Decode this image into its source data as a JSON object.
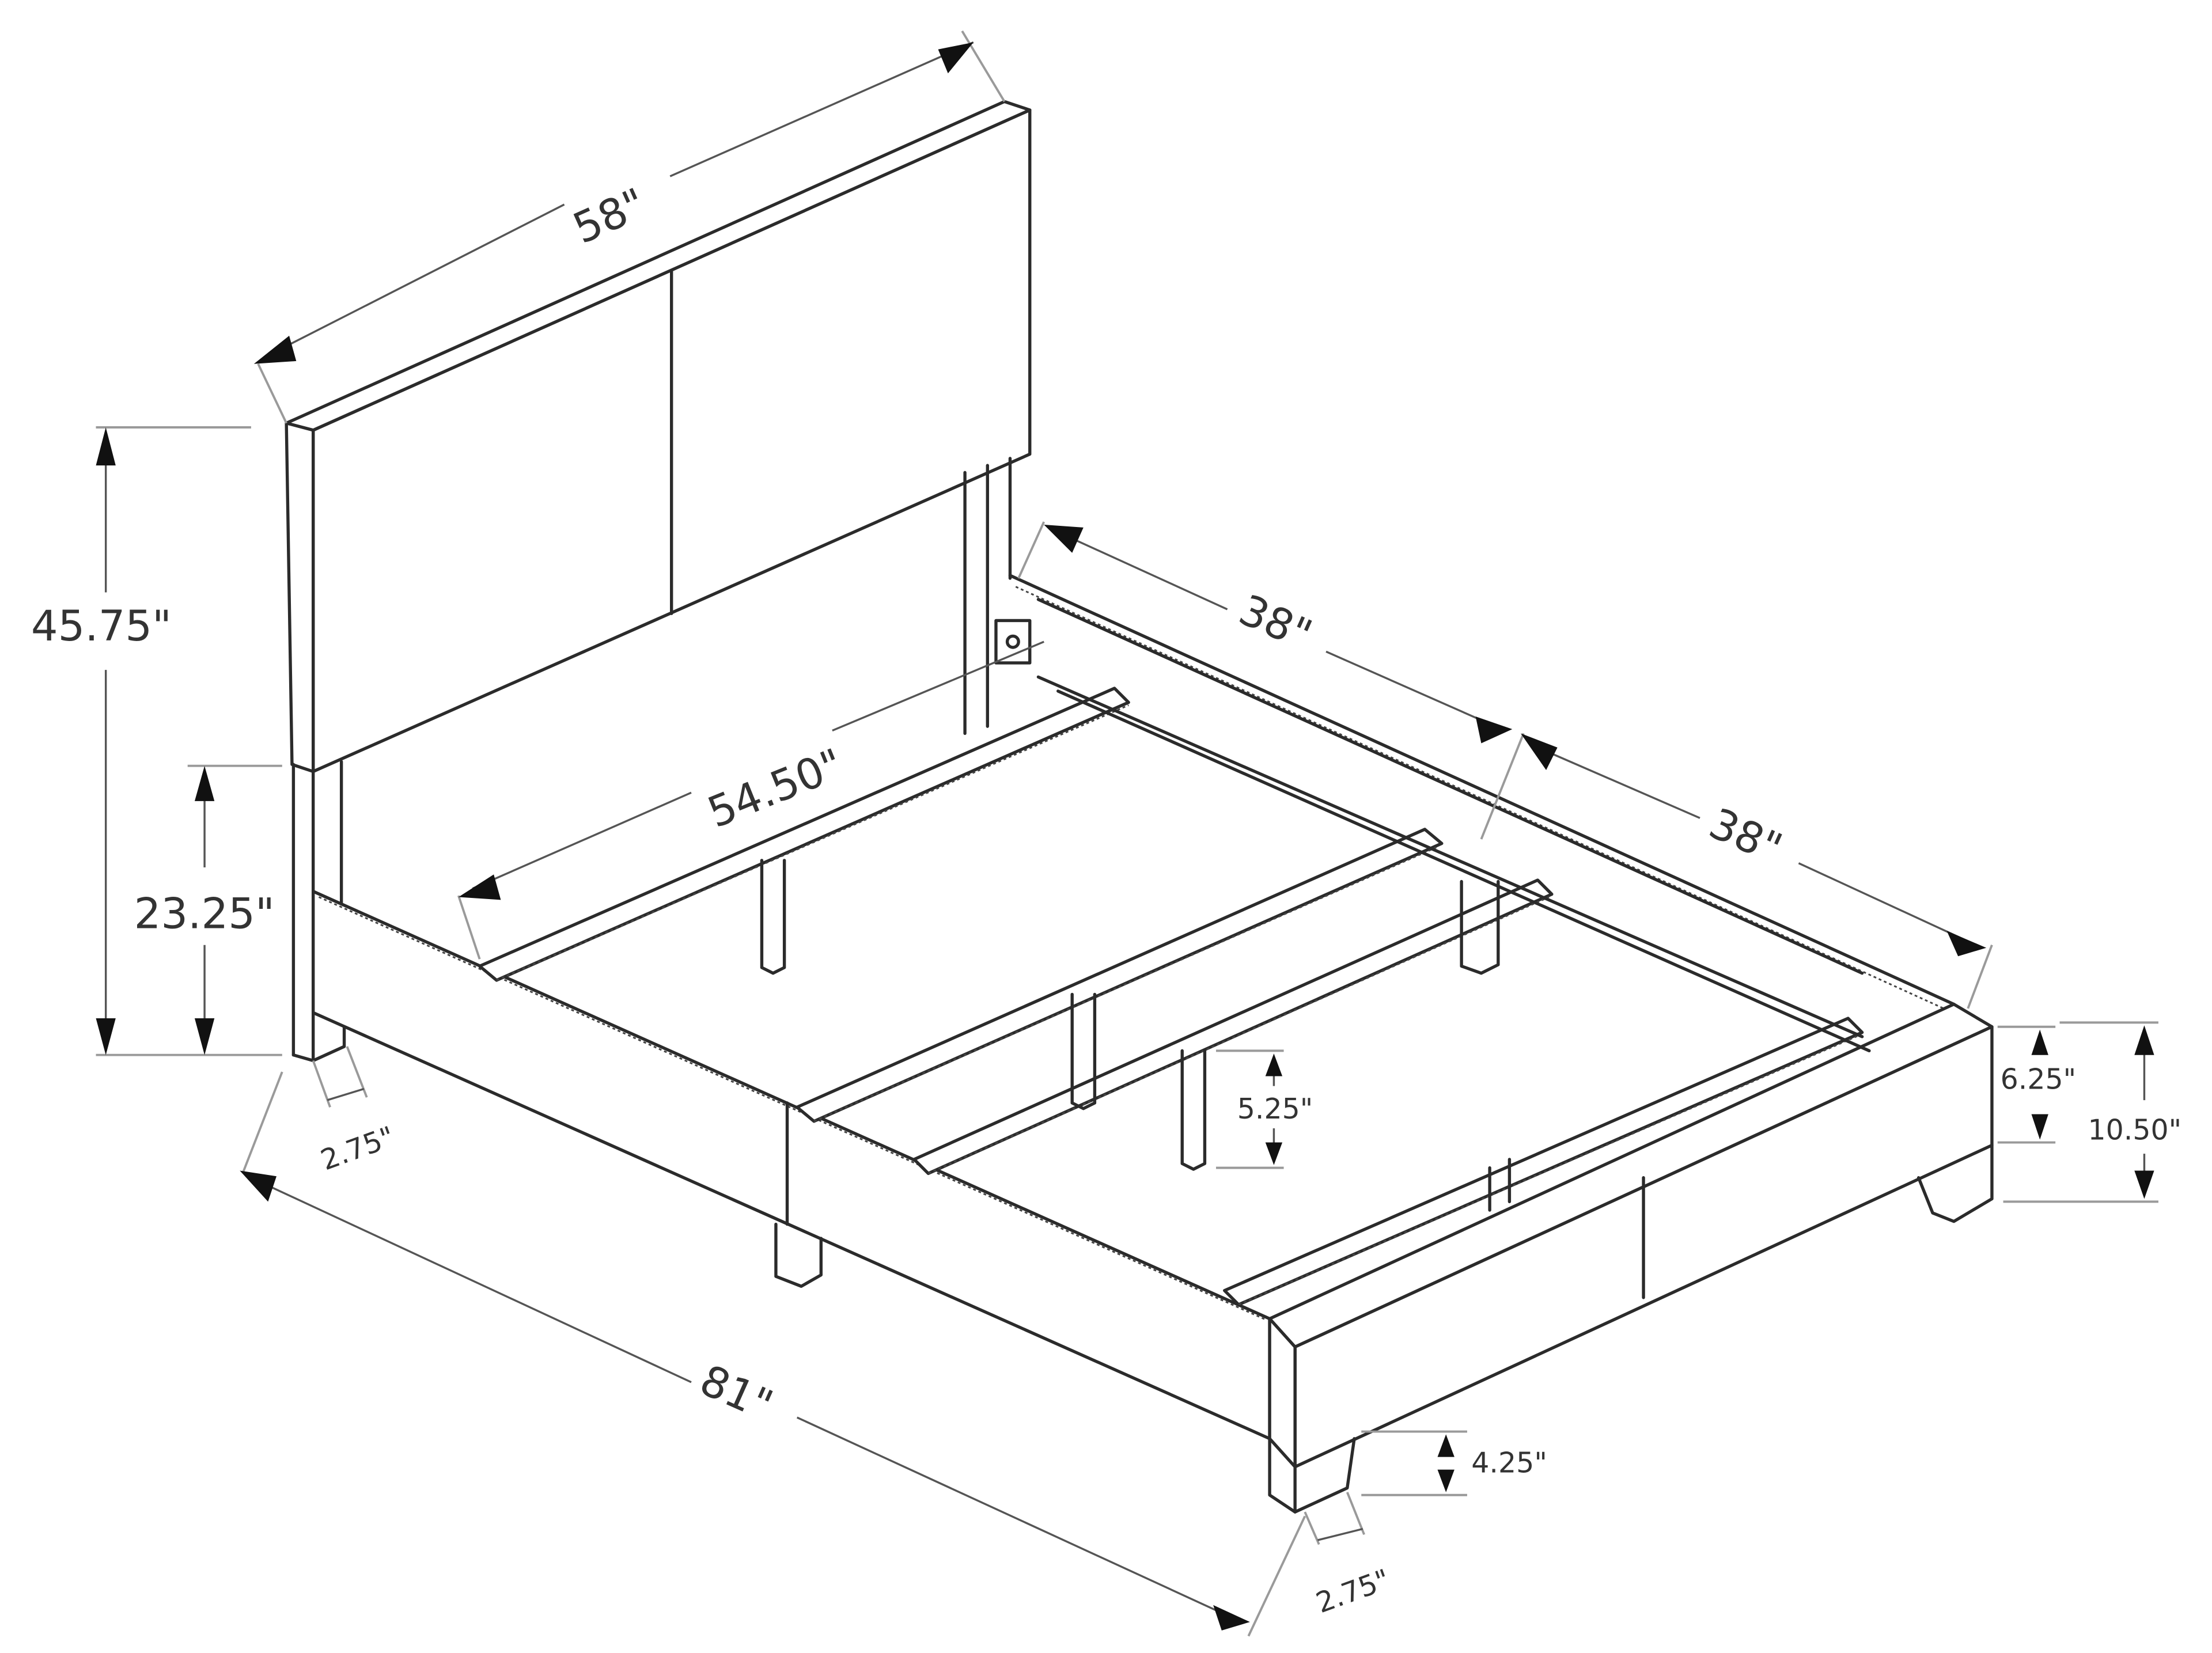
{
  "diagram": {
    "type": "technical-dimension-drawing",
    "subject": "Upholstered platform bed frame with headboard, side rails and slats",
    "line_color": "#2b2b2b",
    "background": "#ffffff"
  },
  "dimensions": {
    "headboard_width": "58\"",
    "total_height": "45.75\"",
    "headboard_bottom_height": "23.25\"",
    "inner_width": "54.50\"",
    "side_rail_first_half": "38\"",
    "side_rail_second_half": "38\"",
    "total_length": "81\"",
    "rail_height": "6.25\"",
    "footboard_height": "10.50\"",
    "center_leg_height": "5.25\"",
    "foot_leg_height": "4.25\"",
    "headboard_leg_width": "2.75\"",
    "foot_leg_width": "2.75\""
  }
}
